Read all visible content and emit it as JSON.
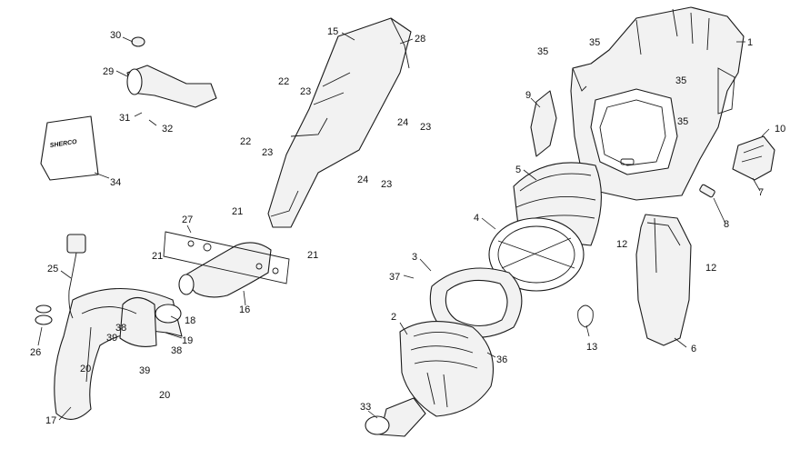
{
  "diagram": {
    "bag_label": "SHERCO",
    "callouts": {
      "c1": "1",
      "c2": "2",
      "c3": "3",
      "c4": "4",
      "c5": "5",
      "c6": "6",
      "c7": "7",
      "c8": "8",
      "c9": "9",
      "c10": "10",
      "c12a": "12",
      "c12b": "12",
      "c13": "13",
      "c15": "15",
      "c16": "16",
      "c17": "17",
      "c18": "18",
      "c19": "19",
      "c20a": "20",
      "c20b": "20",
      "c21a": "21",
      "c21b": "21",
      "c21c": "21",
      "c22a": "22",
      "c22b": "22",
      "c23a": "23",
      "c23b": "23",
      "c23c": "23",
      "c23d": "23",
      "c24a": "24",
      "c24b": "24",
      "c25": "25",
      "c26": "26",
      "c27": "27",
      "c28": "28",
      "c29": "29",
      "c30": "30",
      "c31": "31",
      "c32": "32",
      "c33": "33",
      "c34": "34",
      "c35a": "35",
      "c35b": "35",
      "c35c": "35",
      "c35d": "35",
      "c36": "36",
      "c37": "37",
      "c38a": "38",
      "c38b": "38",
      "c39a": "39",
      "c39b": "39"
    }
  }
}
